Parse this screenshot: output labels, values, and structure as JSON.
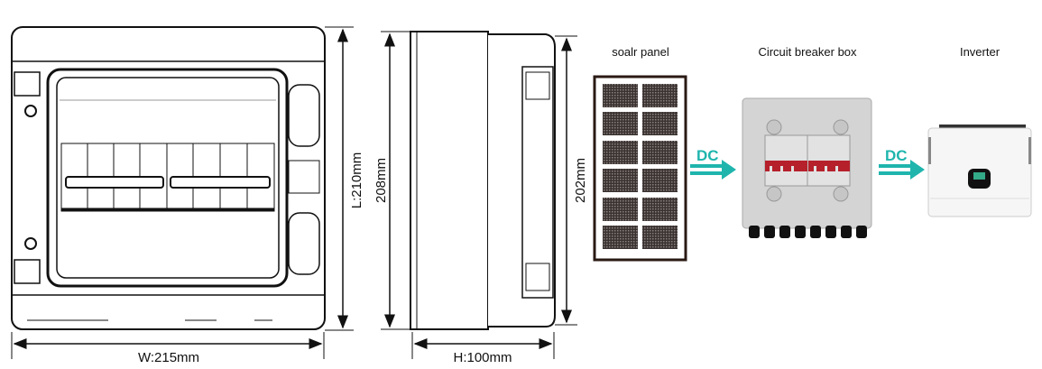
{
  "dimensions": {
    "width": "W:215mm",
    "length": "L:210mm",
    "side_height": "208mm",
    "side_inner": "202mm",
    "depth": "H:100mm"
  },
  "flow": {
    "solar_panel_label": "soalr panel",
    "breaker_box_label": "Circuit breaker box",
    "inverter_label": "Inverter",
    "arrow1_label": "DC",
    "arrow2_label": "DC"
  },
  "colors": {
    "arrow": "#1fb5ad",
    "breaker_handle": "#b5202a",
    "panel_frame": "#2a1a14"
  }
}
